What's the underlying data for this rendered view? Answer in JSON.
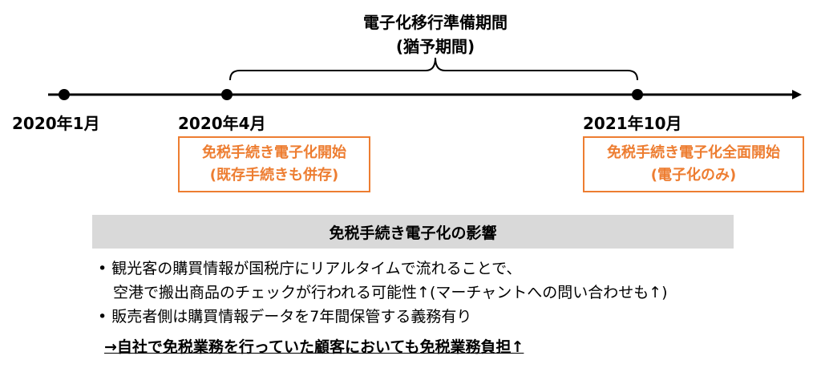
{
  "period": {
    "title": "電子化移行準備期間",
    "subtitle": "(猶予期間)"
  },
  "timeline": {
    "dates": [
      "2020年1月",
      "2020年4月",
      "2021年10月"
    ]
  },
  "events": [
    {
      "line1": "免税手続き電子化開始",
      "line2": "(既存手続きも併存)"
    },
    {
      "line1": "免税手続き電子化全面開始",
      "line2": "(電子化のみ)"
    }
  ],
  "impact": {
    "heading": "免税手続き電子化の影響",
    "bullets": [
      "• 観光客の購買情報が国税庁にリアルタイムで流れることで、",
      "　空港で搬出商品のチェックが行われる可能性↑(マーチャントへの問い合わせも↑)",
      "• 販売者側は購買情報データを7年間保管する義務有り"
    ],
    "conclusion": "→自社で免税業務を行っていた顧客においても免税業務負担↑"
  },
  "colors": {
    "accent": "#ED7D31",
    "band": "#D9D9D9"
  }
}
